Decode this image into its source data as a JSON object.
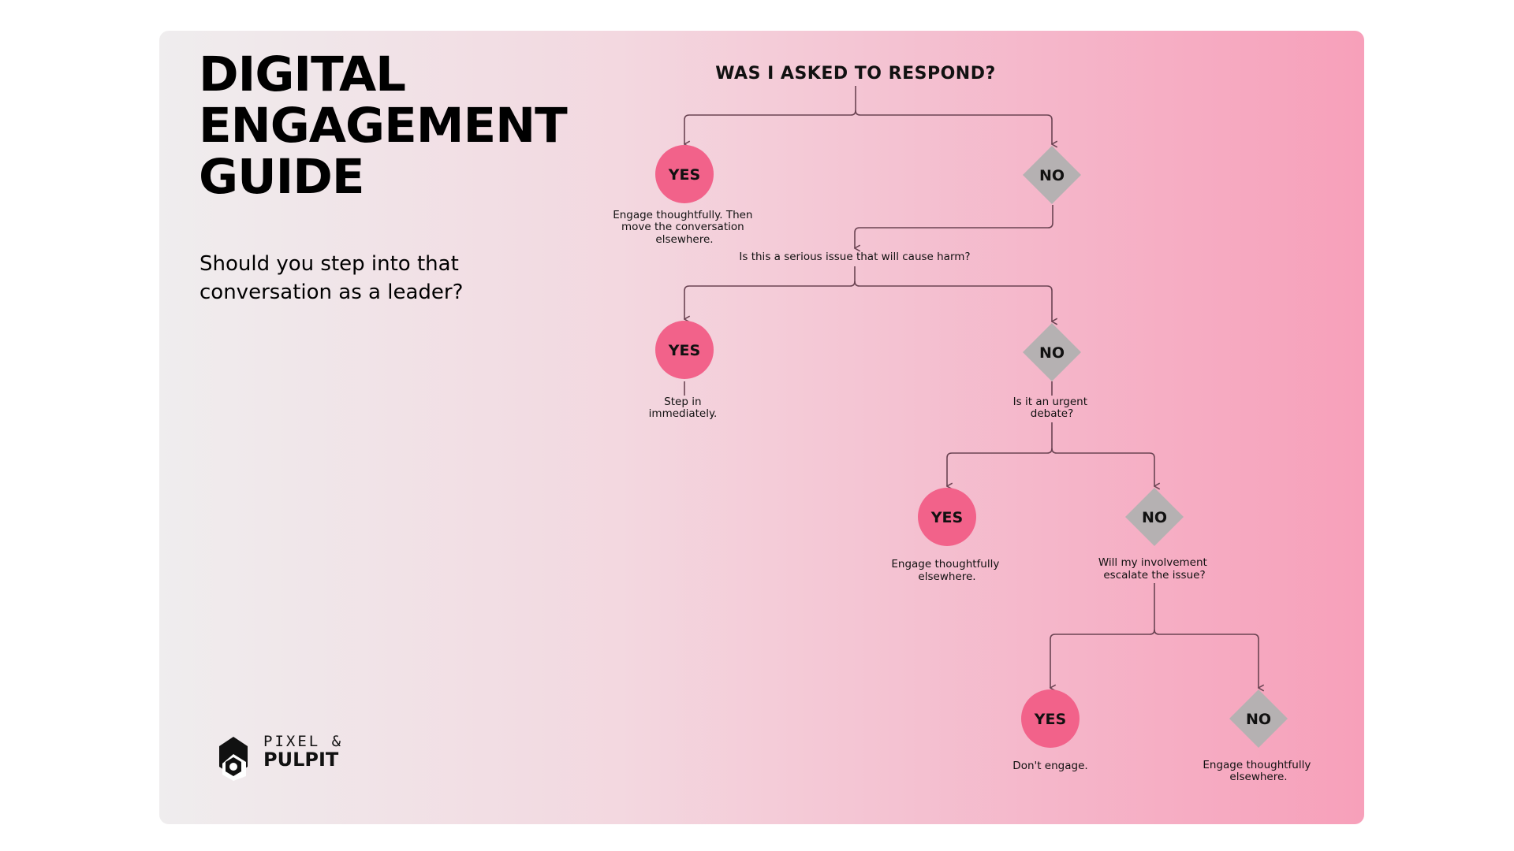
{
  "header": {
    "title_lines": [
      "DIGITAL",
      "ENGAGEMENT",
      "GUIDE"
    ],
    "subtitle": "Should you step into that conversation as a leader?"
  },
  "flow": {
    "root_question": "WAS I ASKED TO RESPOND?",
    "yes_label": "YES",
    "no_label": "NO",
    "q1": {
      "yes_text": [
        "Engage thoughtfully. Then",
        "move the conversation",
        "elsewhere."
      ],
      "next_question": "Is this a serious issue that will cause harm?"
    },
    "q2": {
      "yes_text": [
        "Step in",
        "immediately."
      ],
      "next_question": [
        "Is it an urgent",
        "debate?"
      ]
    },
    "q3": {
      "yes_text": [
        "Engage thoughtfully",
        "elsewhere."
      ],
      "next_question": [
        "Will my involvement",
        "escalate the issue?"
      ]
    },
    "q4": {
      "yes_text": [
        "Don't engage."
      ],
      "no_text": [
        "Engage thoughtfully",
        "elsewhere."
      ]
    }
  },
  "logo": {
    "line1": "PIXEL &",
    "line2": "PULPIT"
  },
  "colors": {
    "yes": "#f2628a",
    "no": "#b5b1b2",
    "connector": "#6b4453"
  }
}
